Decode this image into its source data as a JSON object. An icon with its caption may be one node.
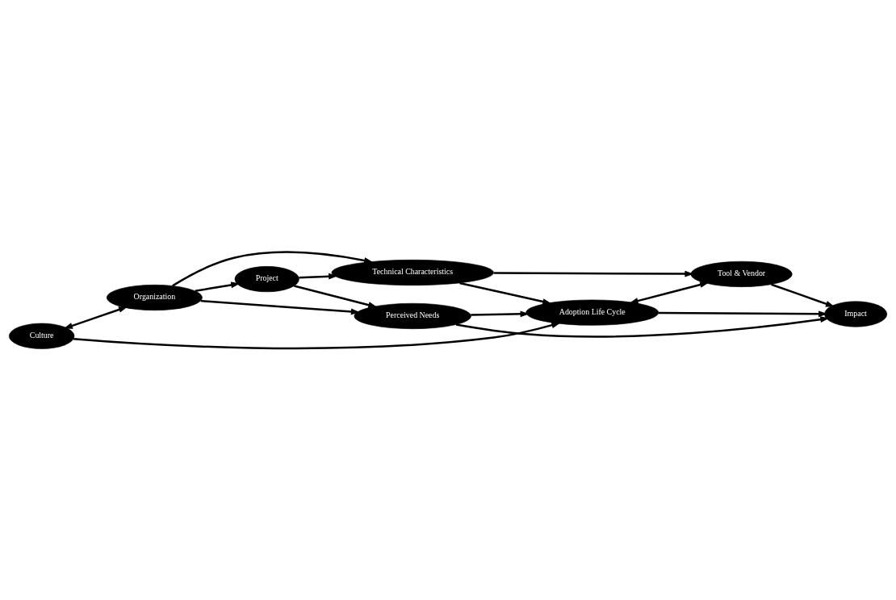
{
  "diagram": {
    "nodes": [
      {
        "text": [
          "Perceived Needs"
        ]
      },
      {
        "text": [
          "Adoption Life Cycle"
        ]
      },
      {
        "text": [
          "Project"
        ]
      },
      {
        "text": [
          "Impact"
        ]
      },
      {
        "text": [
          "Technical Characteristics"
        ]
      },
      {
        "text": [
          "Culture"
        ]
      },
      {
        "text": [
          "Tool & Vendor"
        ]
      },
      {
        "text": [
          "Organization"
        ]
      }
    ],
    "edges": [
      {
        "from": 2,
        "to": 0,
        "arrow": "to"
      },
      {
        "from": 0,
        "to": 1,
        "arrow": "to"
      },
      {
        "from": 0,
        "to": 3,
        "arrow": "to"
      },
      {
        "from": 2,
        "to": 4,
        "arrow": "to"
      },
      {
        "from": 5,
        "to": 1,
        "arrow": "to"
      },
      {
        "from": 1,
        "to": 3,
        "arrow": "to"
      },
      {
        "from": 4,
        "to": 1,
        "arrow": "to"
      },
      {
        "from": 1,
        "to": 6,
        "arrow": "both"
      },
      {
        "from": 4,
        "to": 6,
        "arrow": "to"
      },
      {
        "from": 6,
        "to": 3,
        "arrow": "to"
      },
      {
        "from": 5,
        "to": 7,
        "arrow": "both"
      },
      {
        "from": 7,
        "to": 2,
        "arrow": "to"
      },
      {
        "from": 7,
        "to": 0,
        "arrow": "to"
      },
      {
        "from": 7,
        "to": 4,
        "arrow": "to"
      }
    ]
  }
}
